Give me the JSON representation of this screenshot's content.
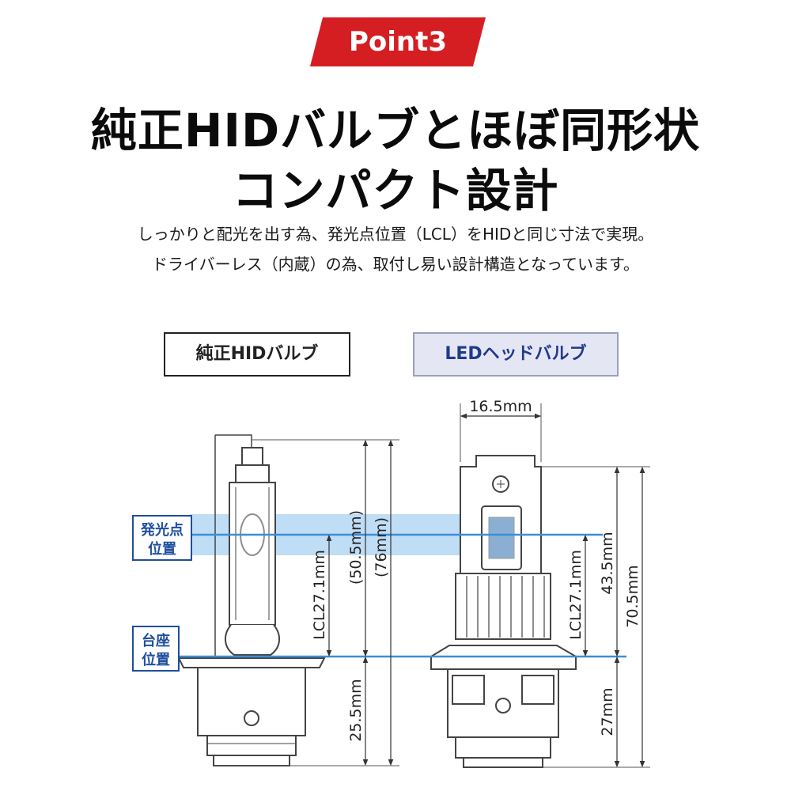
{
  "badge": {
    "label": "Point3",
    "color": "#d51e22"
  },
  "headline": {
    "line1": "純正HIDバルブとほぼ同形状",
    "line2": "コンパクト設計"
  },
  "description": {
    "line1": "しっかりと配光を出す為、発光点位置（LCL）をHIDと同じ寸法で実現。",
    "line2": "ドライバーレス（内蔵）の為、取付し易い設計構造となっています。"
  },
  "labels": {
    "hid": "純正HIDバルブ",
    "led": "LEDヘッドバルブ"
  },
  "markers": {
    "emission_line1": "発光点",
    "emission_line2": "位置",
    "base_line1": "台座",
    "base_line2": "位置",
    "marker_color": "#1f4e9e",
    "line_color": "#3a8fd6",
    "band_color": "#a9d2f2"
  },
  "dimensions": {
    "led_width": "16.5mm",
    "hid_total_paren": "(76mm)",
    "hid_upper_paren": "(50.5mm)",
    "hid_lcl": "LCL27.1mm",
    "hid_base": "25.5mm",
    "led_lcl": "LCL27.1mm",
    "led_upper": "43.5mm",
    "led_total": "70.5mm",
    "led_base": "27mm"
  }
}
